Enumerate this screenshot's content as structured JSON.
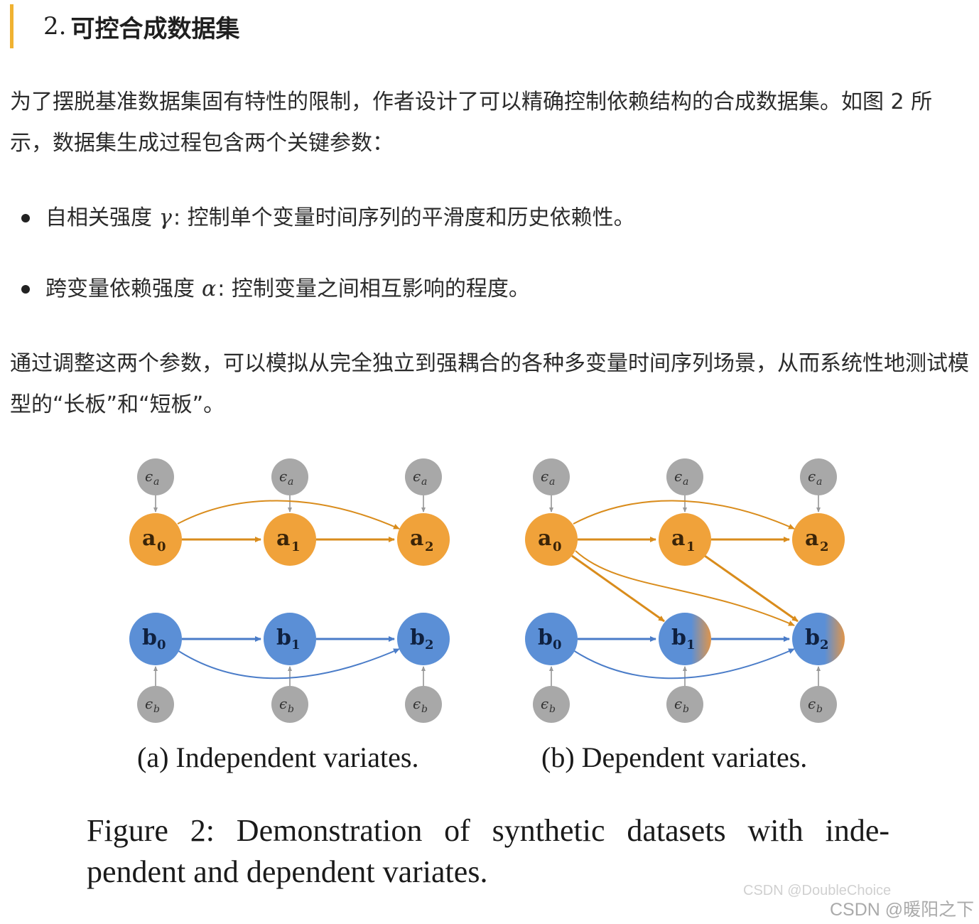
{
  "heading": {
    "number": "2.",
    "title": "可控合成数据集"
  },
  "intro": "为了摆脱基准数据集固有特性的限制，作者设计了可以精确控制依赖结构的合成数据集。如图 2 所示，数据集生成过程包含两个关键参数：",
  "bullets": [
    {
      "prefix": "自相关强度",
      "symbol": "γ",
      "text": ": 控制单个变量时间序列的平滑度和历史依赖性。"
    },
    {
      "prefix": "跨变量依赖强度",
      "symbol": "α",
      "text": ": 控制变量之间相互影响的程度。"
    }
  ],
  "outro": "通过调整这两个参数，可以模拟从完全独立到强耦合的各种多变量时间序列场景，从而系统性地测试模型的“长板”和“短板”。",
  "figure": {
    "nodes": {
      "a": [
        "a",
        "a",
        "a"
      ],
      "b": [
        "b",
        "b",
        "b"
      ],
      "subscripts": [
        "0",
        "1",
        "2"
      ],
      "noise_a": "ϵ",
      "noise_a_sub": "a",
      "noise_b": "ϵ",
      "noise_b_sub": "b"
    },
    "colors": {
      "orange": "#f0a23a",
      "blue": "#5b8fd6",
      "gray": "#a8a8a8",
      "orange_edge": "#d98c1c",
      "blue_edge": "#4a7cc8"
    },
    "subcaption_a": "(a) Independent variates.",
    "subcaption_b": "(b) Dependent variates.",
    "caption": "Figure 2: Demonstration of synthetic datasets with inde-pendent and dependent variates."
  },
  "watermarks": {
    "figure": "CSDN @DoubleChoice",
    "page": "CSDN @暖阳之下"
  }
}
